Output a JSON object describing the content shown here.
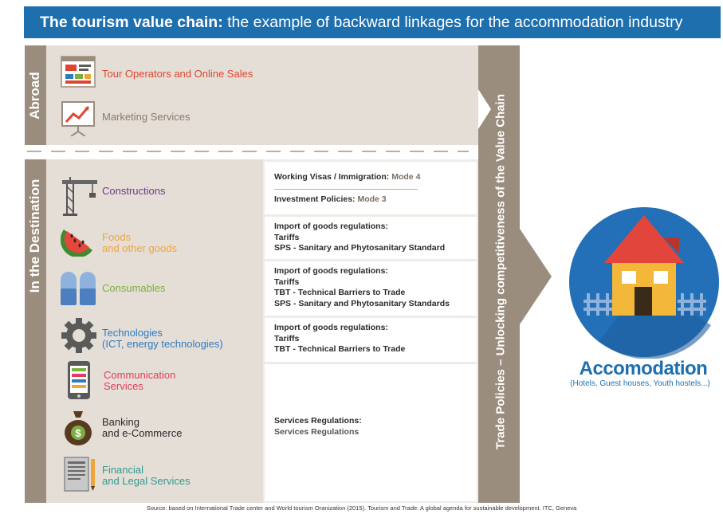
{
  "title": {
    "bold": "The tourism value chain:",
    "rest": "the example of backward linkages for the accommodation industry"
  },
  "sections": {
    "abroad": "Abroad",
    "destination": "In the Destination"
  },
  "abroad_items": [
    {
      "label": "Tour Operators and Online Sales",
      "color": "#e2452f"
    },
    {
      "label": "Marketing Services",
      "color": "#8a7a68"
    }
  ],
  "destination_items": [
    {
      "label": "Constructions",
      "color": "#6b3a8a"
    },
    {
      "label1": "Foods",
      "label2": "and other goods",
      "color": "#f0a53a"
    },
    {
      "label": "Consumables",
      "color": "#7ab043"
    },
    {
      "label1": "Technologies",
      "label2": "(ICT, energy technologies)",
      "color": "#2d7cc1"
    },
    {
      "label1": "Communication",
      "label2": "Services",
      "color": "#e23e5b"
    },
    {
      "label1": "Banking",
      "label2": "and e-Commerce",
      "color": "#2b2b2b"
    },
    {
      "label1": "Financial",
      "label2": "and Legal Services",
      "color": "#2e9b8e"
    }
  ],
  "regulations": {
    "r1": {
      "a": "Working Visas / Immigration:",
      "a_mode": "Mode 4",
      "b": "Investment Policies:",
      "b_mode": "Mode 3"
    },
    "r2": {
      "head": "Import of goods regulations:",
      "l1": "Tariffs",
      "l2": "SPS - Sanitary and Phytosanitary Standard"
    },
    "r3": {
      "head": "Import of goods regulations:",
      "l1": "Tariffs",
      "l2": "TBT - Technical Barriers to Trade",
      "l3": "SPS - Sanitary and Phytosanitary Standards"
    },
    "r4": {
      "head": "Import of goods regulations:",
      "l1": "Tariffs",
      "l2": "TBT - Technical Barriers to Trade"
    },
    "r5": {
      "head": "Services Regulations:",
      "l1": "Services Regulations"
    }
  },
  "arrow_label": "Trade Policies – Unlocking competitiveness of the Value Chain",
  "accommodation": {
    "title": "Accomodation",
    "subtitle": "(Hotels, Guest houses, Youth hostels...)"
  },
  "source": "Source: based on International Trade center and World tourism Oranization (2015). Tourism and Trade: A global agenda for sustainable development. ITC, Geneva",
  "colors": {
    "title_bg": "#1e6fae",
    "band": "#9a8d7e",
    "panel": "#e5ded6",
    "accent_blue": "#1e6fae"
  }
}
